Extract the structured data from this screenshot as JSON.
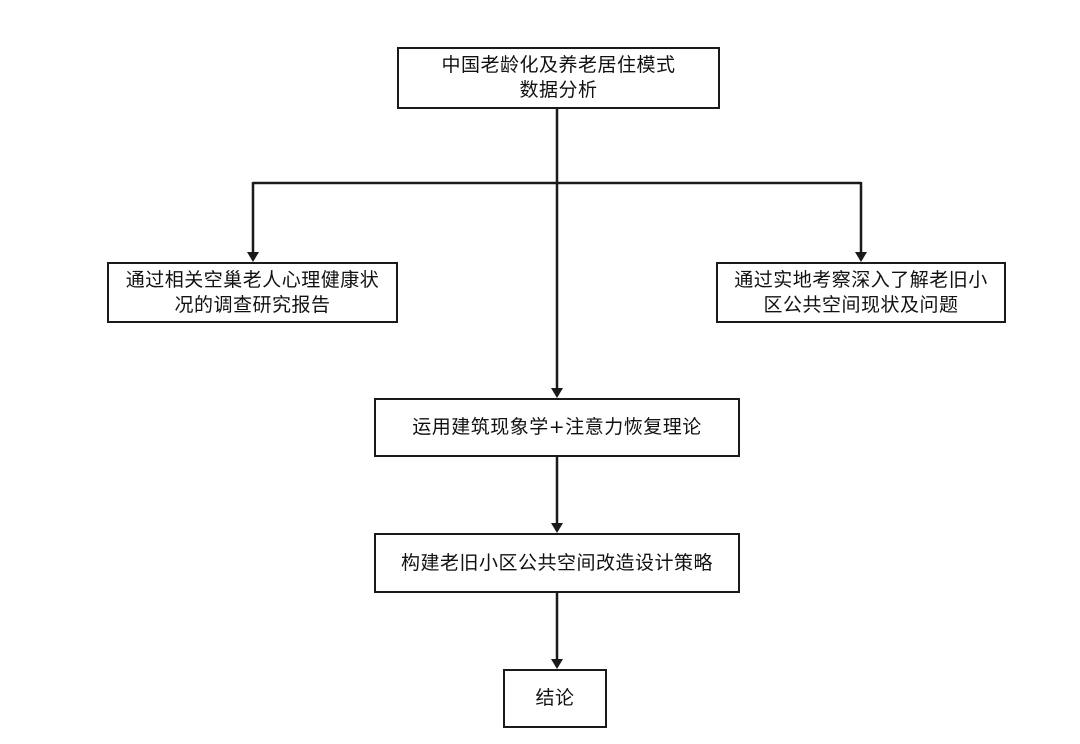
{
  "nodes": {
    "top": "中国老龄化及养老居住模式\n数据分析",
    "left": "通过相关空巢老人心理健康状\n况的调查研究报告",
    "right": "通过实地考察深入了解老旧小\n区公共空间现状及问题",
    "theory": "运用建筑现象学+注意力恢复理论",
    "strategy": "构建老旧小区公共空间改造设计策略",
    "conclusion": "结论"
  },
  "colors": {
    "line": "#1a1a1a",
    "box_border": "#1a1a1a",
    "background": "#ffffff"
  }
}
